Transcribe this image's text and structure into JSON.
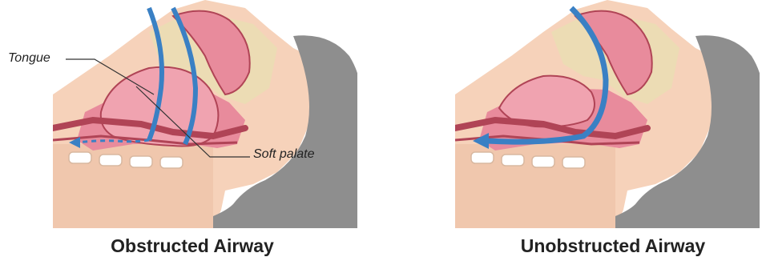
{
  "labels": {
    "tongue": "Tongue",
    "soft_palate": "Soft palate"
  },
  "captions": {
    "left": "Obstructed Airway",
    "right": "Unobstructed Airway"
  },
  "colors": {
    "skin": "#f6d2ba",
    "head_gray": "#8e8e8e",
    "tissue_pink": "#e88b9c",
    "tissue_dark": "#b04456",
    "bone": "#ecdcb4",
    "airflow": "#3a80c4"
  }
}
